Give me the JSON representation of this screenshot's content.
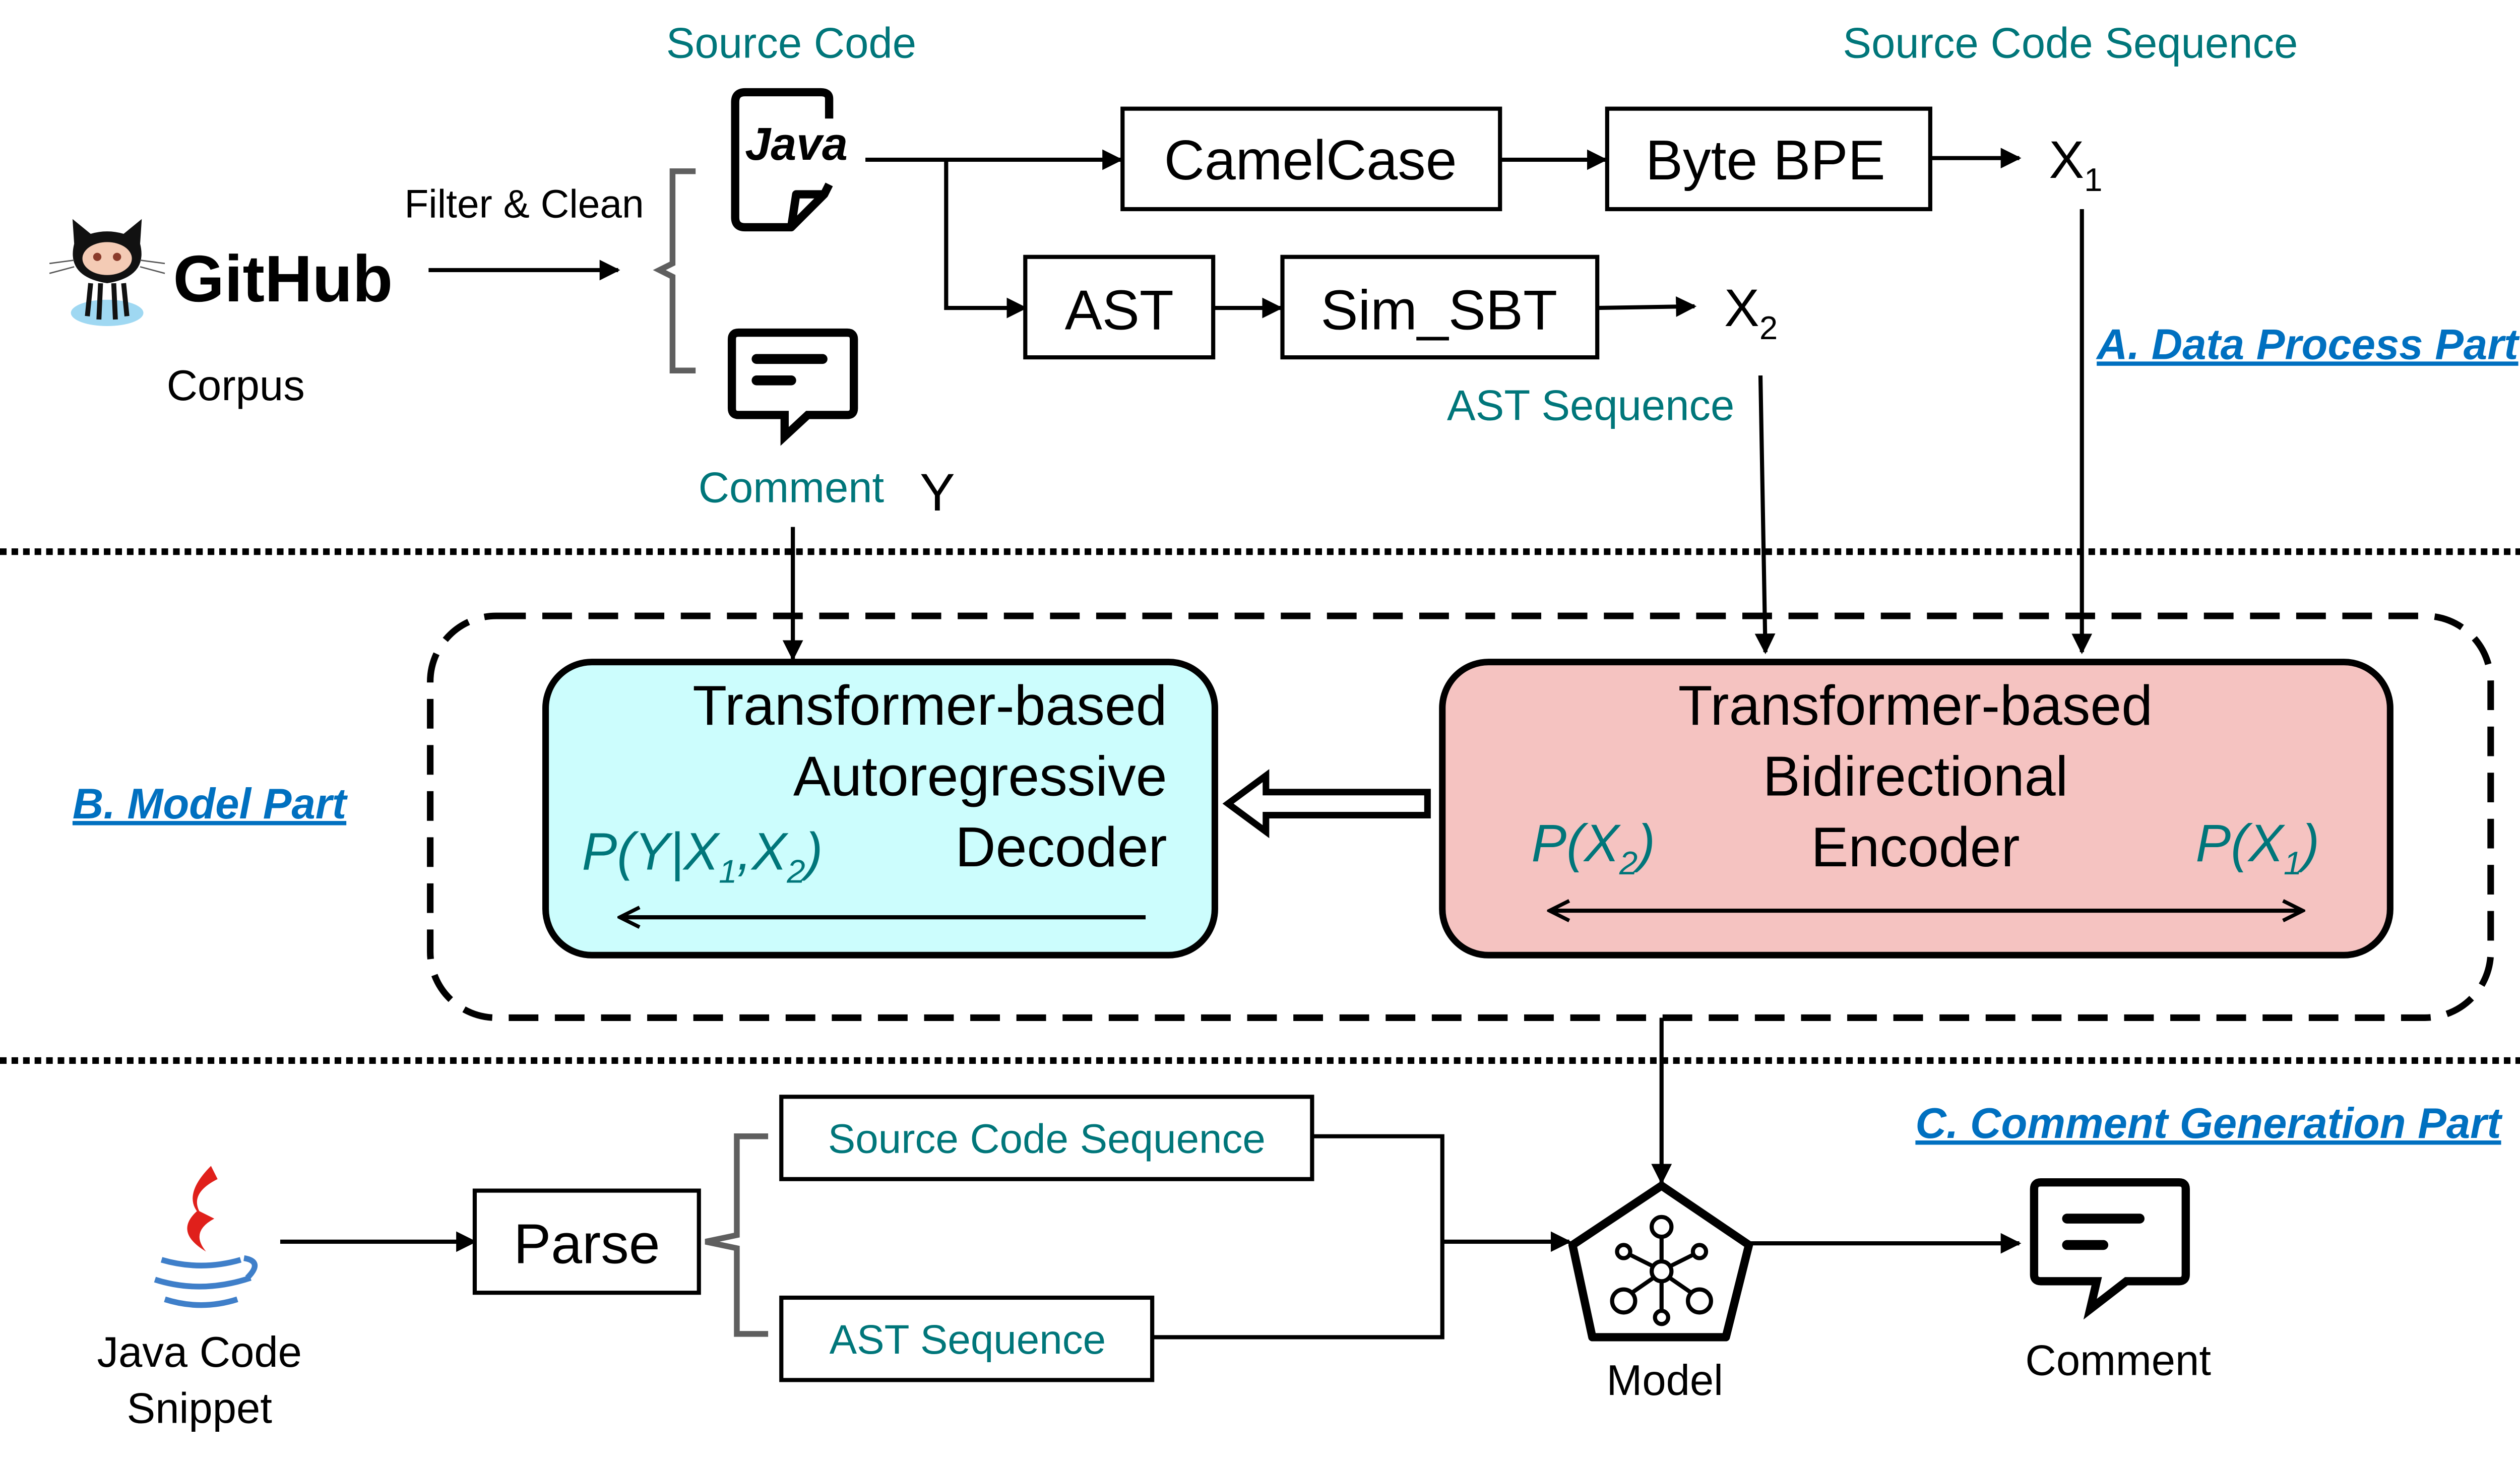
{
  "data_process": {
    "section_label": "A. Data Process Part",
    "github_logo_text": "GitHub",
    "corpus_label": "Corpus",
    "filter_label": "Filter & Clean",
    "source_code_label": "Source Code",
    "java_icon_text": "Java",
    "comment_label": "Comment",
    "comment_symbol": "Y",
    "camelcase": "CamelCase",
    "byte_bpe": "Byte BPE",
    "ast": "AST",
    "sim_sbt": "Sim_SBT",
    "x1": {
      "base": "X",
      "sub": "1"
    },
    "x2": {
      "base": "X",
      "sub": "2"
    },
    "source_code_sequence_label": "Source Code Sequence",
    "ast_sequence_label": "AST Sequence"
  },
  "model": {
    "section_label": "B. Model Part",
    "decoder": {
      "line1": "Transformer-based",
      "line2": "Autoregressive",
      "line3": "Decoder",
      "prob": {
        "p": "P(Y|X",
        "s1": "1",
        "mid": ",X",
        "s2": "2",
        "end": ")"
      },
      "fill": "#ccfdfd"
    },
    "encoder": {
      "line1": "Transformer-based",
      "line2": "Bidirectional",
      "line3": "Encoder",
      "prob_left": {
        "p": "P(X",
        "s": "2",
        "end": ")"
      },
      "prob_right": {
        "p": "P(X",
        "s": "1",
        "end": ")"
      },
      "fill": "#f5c3c1"
    }
  },
  "generation": {
    "section_label": "C. Comment Generation Part",
    "java_snippet_line1": "Java Code",
    "java_snippet_line2": "Snippet",
    "parse": "Parse",
    "source_code_sequence": "Source Code Sequence",
    "ast_sequence": "AST Sequence",
    "model_label": "Model",
    "comment_label": "Comment"
  },
  "colors": {
    "teal": "#00767a",
    "link_blue": "#0070c0"
  }
}
